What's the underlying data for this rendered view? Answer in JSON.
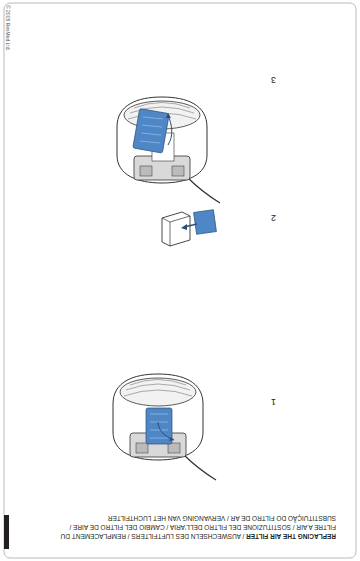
{
  "diagram": {
    "title": "REPLACING THE AIR FILTER",
    "labels": [
      "/ AUSWECHSELN DES LUFTFILTERS / REMPLACEMENT DU FILTRE A AIR / SOSTITUZIONE DEL FILTRO DELL'ARIA / CAMBIO DEL FILTRO DE AIRE / SUBSTITUIÇÃO DO FILTRO DE AR / VERVANGING VAN HET LUCHTFILTER",
      "1",
      "2",
      "3",
      "© 2005 ResMed Ltd."
    ]
  }
}
